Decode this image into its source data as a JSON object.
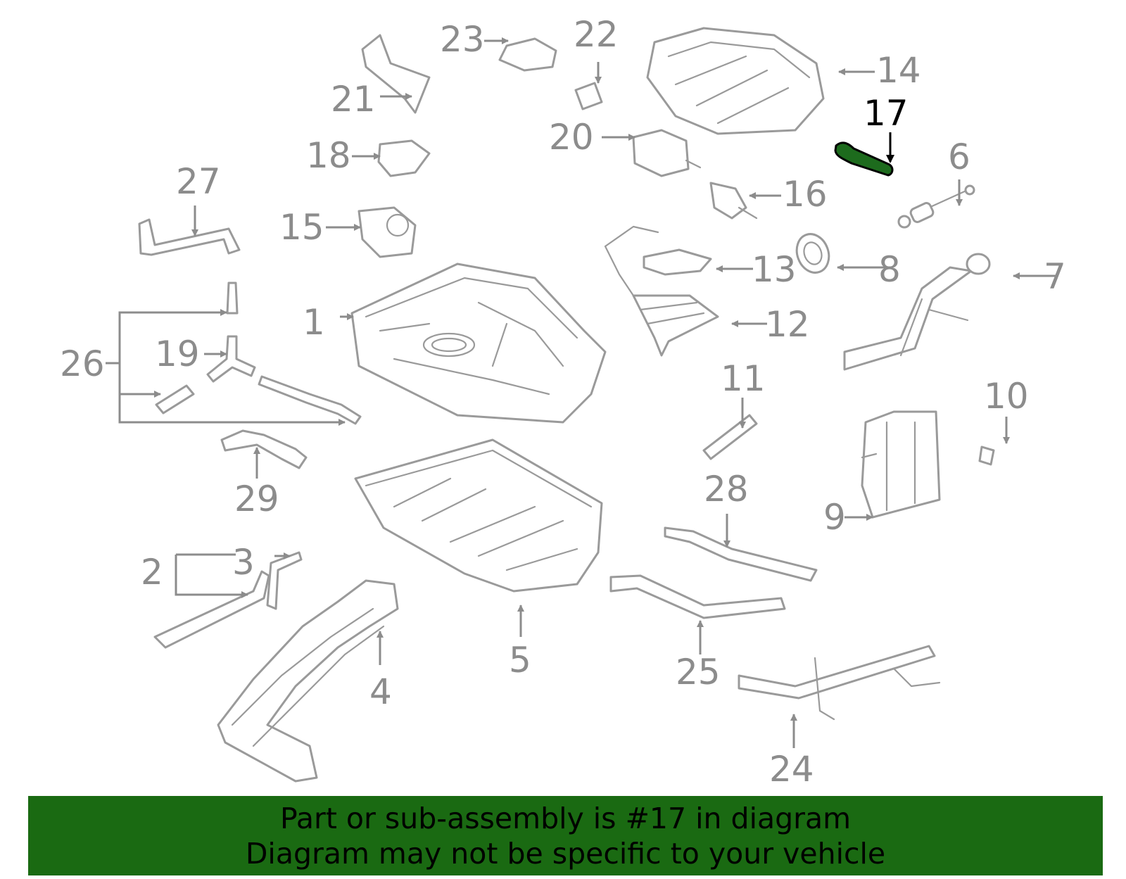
{
  "callouts": {
    "c1": "1",
    "c2": "2",
    "c3": "3",
    "c4": "4",
    "c5": "5",
    "c6": "6",
    "c7": "7",
    "c8": "8",
    "c9": "9",
    "c10": "10",
    "c11": "11",
    "c12": "12",
    "c13": "13",
    "c14": "14",
    "c15": "15",
    "c16": "16",
    "c17": "17",
    "c18": "18",
    "c19": "19",
    "c20": "20",
    "c21": "21",
    "c22": "22",
    "c23": "23",
    "c24": "24",
    "c25": "25",
    "c26": "26",
    "c27": "27",
    "c28": "28",
    "c29": "29"
  },
  "highlighted_part": "17",
  "colors": {
    "part_outline": "#9a9a9a",
    "callout_text": "#8c8c8c",
    "highlight_fill": "#1d6b1d",
    "banner_background": "#1a6a12"
  },
  "banner": {
    "line1": "Part or sub-assembly is #17 in diagram",
    "line2": "Diagram may not be specific to your vehicle"
  }
}
